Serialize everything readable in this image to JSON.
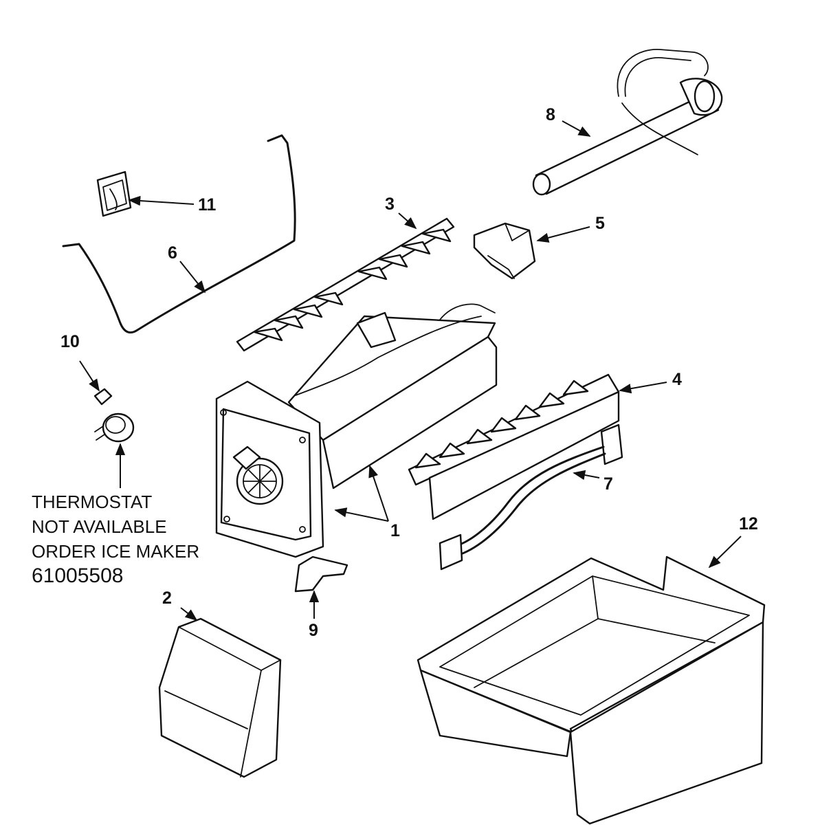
{
  "callouts": {
    "c1": "1",
    "c2": "2",
    "c3": "3",
    "c4": "4",
    "c5": "5",
    "c6": "6",
    "c7": "7",
    "c8": "8",
    "c9": "9",
    "c10": "10",
    "c11": "11",
    "c12": "12"
  },
  "note": {
    "line1": "THERMOSTAT",
    "line2": "NOT AVAILABLE",
    "line3": "ORDER ICE MAKER",
    "part_number": "61005508"
  }
}
